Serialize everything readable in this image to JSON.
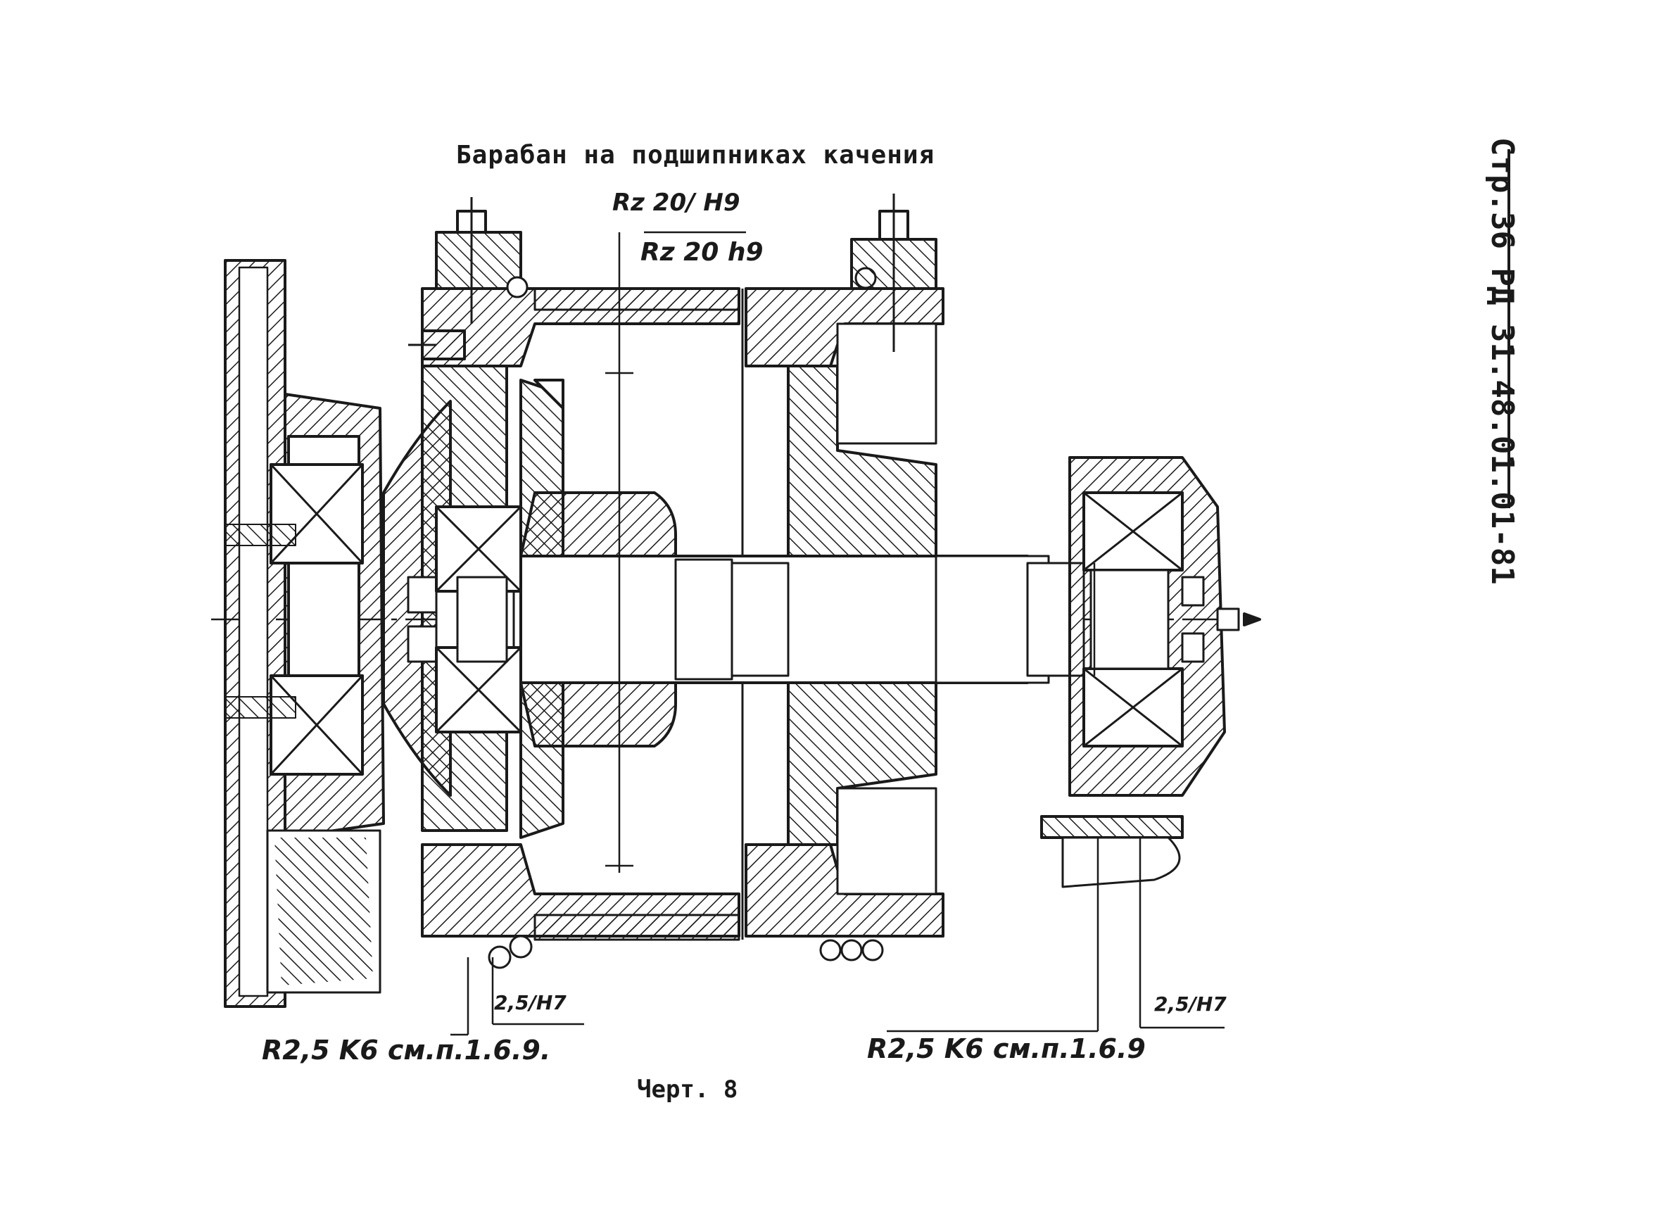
{
  "sheet": {
    "header": "Стр.36 РД 31.48.01.01-81",
    "title": "Барабан на подшипниках качения",
    "caption": "Черт. 8"
  },
  "annotations": {
    "fit_top_upper": "Rz 20/ H9",
    "fit_top_lower": "Rz 20 h9",
    "fit_mid_left": "2,5/H7",
    "fit_mid_right": "2,5/H7",
    "fit_bottom_left": "R2,5 K6 см.п.1.6.9.",
    "fit_bottom_right": "R2,5 K6 см.п.1.6.9"
  },
  "colors": {
    "ink": "#1a1a1a",
    "paper": "#ffffff"
  }
}
